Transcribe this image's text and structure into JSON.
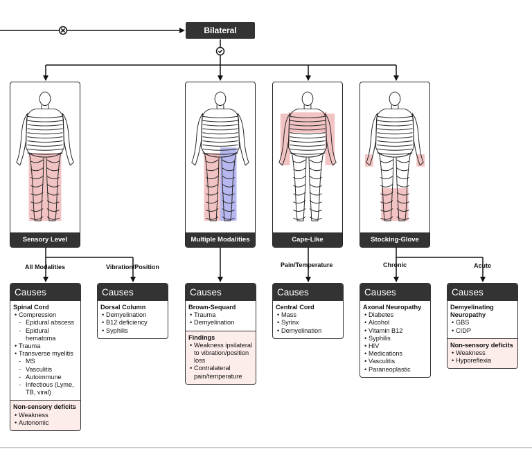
{
  "top_node": {
    "label": "Bilateral"
  },
  "panels": [
    {
      "label": "Sensory Level"
    },
    {
      "label": "Multiple Modalities"
    },
    {
      "label": "Cape-Like"
    },
    {
      "label": "Stocking-Glove"
    }
  ],
  "edge_labels": {
    "all_modalities": "All Modalities",
    "vibration_position": "Vibration/Position",
    "pain_temperature": "Pain/Temperature",
    "chronic": "Chronic",
    "acute": "Acute"
  },
  "colors": {
    "sensory_pink": "#f2c3c3",
    "sensory_blue": "#b8b8f0",
    "dark": "#333333",
    "finding_bg": "#fcecea"
  },
  "causes": [
    {
      "header": "Causes",
      "title": "Spinal Cord",
      "items": [
        {
          "text": "Compression",
          "kind": "b"
        },
        {
          "text": "Epidural abscess",
          "kind": "d"
        },
        {
          "text": "Epidural hematoma",
          "kind": "d"
        },
        {
          "text": "Trauma",
          "kind": "b"
        },
        {
          "text": "Transverse myelitis",
          "kind": "b"
        },
        {
          "text": "MS",
          "kind": "d"
        },
        {
          "text": "Vasculitis",
          "kind": "d"
        },
        {
          "text": "Autoimmune",
          "kind": "d"
        },
        {
          "text": "Infectious (Lyme, TB, viral)",
          "kind": "d"
        }
      ],
      "extra": {
        "title": "Non-sensory deficits",
        "items": [
          "Weakness",
          "Autonomic"
        ]
      }
    },
    {
      "header": "Causes",
      "title": "Dorsal Column",
      "items": [
        {
          "text": "Demyelination",
          "kind": "b"
        },
        {
          "text": "B12 deficiency",
          "kind": "b"
        },
        {
          "text": "Syphilis",
          "kind": "b"
        }
      ]
    },
    {
      "header": "Causes",
      "title": "Brown-Sequard",
      "items": [
        {
          "text": "Trauma",
          "kind": "b"
        },
        {
          "text": "Demyelination",
          "kind": "b"
        }
      ],
      "extra": {
        "title": "Findings",
        "items": [
          "Weakness ipsilateral to vibration/position loss",
          "Contralateral pain/temperature"
        ]
      }
    },
    {
      "header": "Causes",
      "title": "Central Cord",
      "items": [
        {
          "text": "Mass",
          "kind": "b"
        },
        {
          "text": "Syrinx",
          "kind": "b"
        },
        {
          "text": "Demyelination",
          "kind": "b"
        }
      ]
    },
    {
      "header": "Causes",
      "title": "Axonal Neuropathy",
      "items": [
        {
          "text": "Diabetes",
          "kind": "b"
        },
        {
          "text": "Alcohol",
          "kind": "b"
        },
        {
          "text": "Vitamin B12",
          "kind": "b"
        },
        {
          "text": "Syphilis",
          "kind": "b"
        },
        {
          "text": "HIV",
          "kind": "b"
        },
        {
          "text": "Medications",
          "kind": "b"
        },
        {
          "text": "Vasculitis",
          "kind": "b"
        },
        {
          "text": "Paraneoplastic",
          "kind": "b"
        }
      ]
    },
    {
      "header": "Causes",
      "title": "Demyelinating Neuropathy",
      "items": [
        {
          "text": "GBS",
          "kind": "b"
        },
        {
          "text": "CIDP",
          "kind": "b"
        }
      ],
      "extra": {
        "title": "Non-sensory deficits",
        "items": [
          "Weakness",
          "Hyporeflexia"
        ]
      }
    }
  ]
}
